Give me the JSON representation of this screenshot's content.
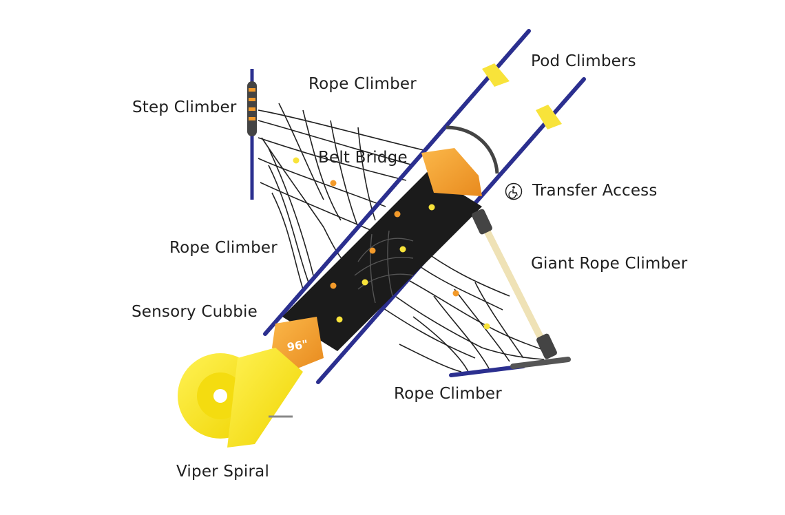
{
  "labels": {
    "pod_climbers": "Pod Climbers",
    "rope_climber_top": "Rope Climber",
    "step_climber": "Step Climber",
    "belt_bridge": "Belt Bridge",
    "transfer_access": "Transfer Access",
    "rope_climber_middle": "Rope Climber",
    "giant_rope_climber": "Giant Rope Climber",
    "sensory_cubbie": "Sensory Cubbie",
    "rope_climber_bottom": "Rope Climber",
    "viper_spiral": "Viper Spiral"
  },
  "deck_dimension": "96\"",
  "icons": {
    "transfer_access": "wheelchair-icon"
  },
  "colors": {
    "frame_blue": "#2b2f8f",
    "deck_black": "#1b1b1b",
    "accent_orange": "#f39a2a",
    "slide_yellow": "#f7e31a",
    "pod_yellow": "#f8e33a",
    "rope_dark": "#222222",
    "rope_beige": "#efe2b6"
  }
}
